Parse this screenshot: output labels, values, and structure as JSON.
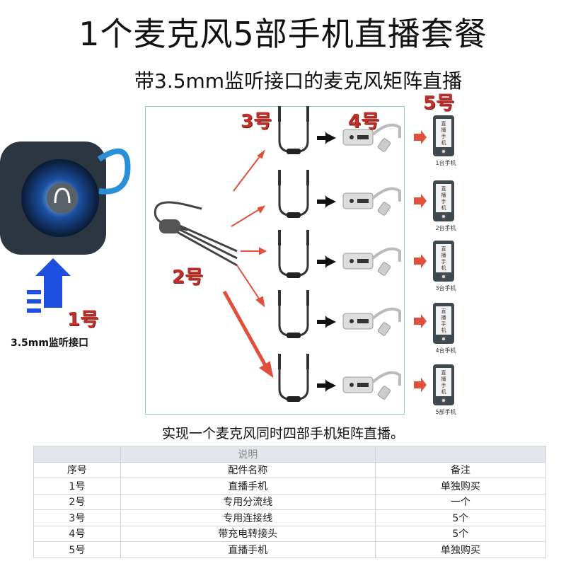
{
  "title": "1个麦克风5部手机直播套餐",
  "subtitle": "带3.5mm监听接口的麦克风矩阵直播",
  "labels": {
    "n1": "1号",
    "n2": "2号",
    "n3": "3号",
    "n4": "4号",
    "n5": "5号"
  },
  "monitor_port": "3.5mm监听接口",
  "phone_screen": "直播手机",
  "phones": [
    "1台手机",
    "2台手机",
    "3台手机",
    "4台手机",
    "5部手机"
  ],
  "caption": "实现一个麦克风同时四部手机矩阵直播。",
  "table": {
    "group_header": "说明",
    "columns": [
      "序号",
      "配件名称",
      "备注"
    ],
    "rows": [
      [
        "1号",
        "直播手机",
        "单独购买"
      ],
      [
        "2号",
        "专用分流线",
        "一个"
      ],
      [
        "3号",
        "专用连接线",
        "5个"
      ],
      [
        "4号",
        "带充电转接头",
        "5个"
      ],
      [
        "5号",
        "直播手机",
        "单独购买"
      ]
    ]
  },
  "colors": {
    "accent_red": "#c0302a",
    "arrow_blue": "#1f4fe0",
    "frame": "#9cc6c4"
  }
}
